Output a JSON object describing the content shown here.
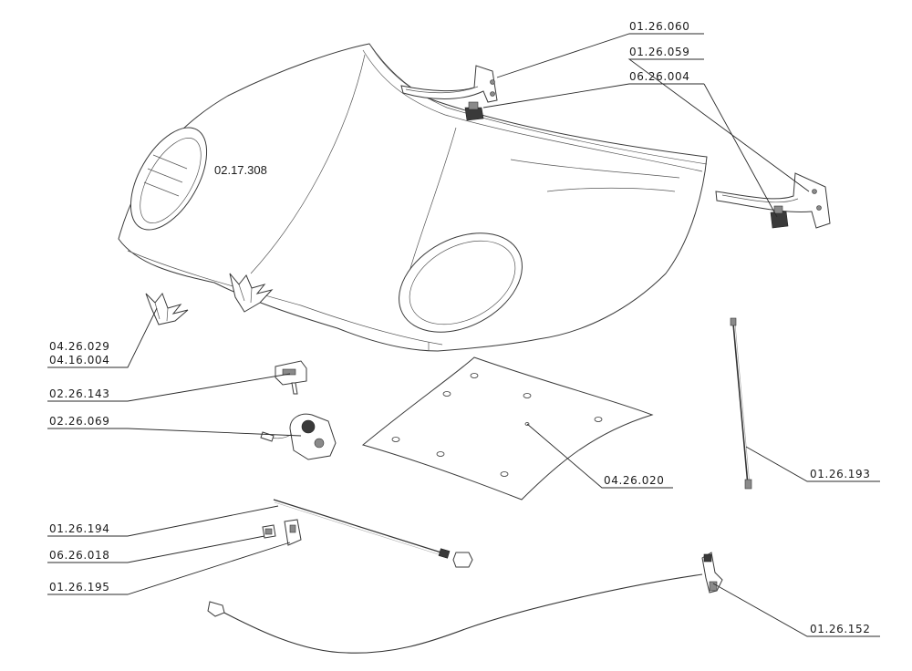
{
  "diagram": {
    "main_part_label": "02.17.308",
    "callouts": [
      {
        "id": "c1",
        "lines": [
          "01.26.060"
        ]
      },
      {
        "id": "c2",
        "lines": [
          "01.26.059"
        ]
      },
      {
        "id": "c3",
        "lines": [
          "06.26.004"
        ]
      },
      {
        "id": "c4",
        "lines": [
          "04.26.029",
          "04.16.004"
        ]
      },
      {
        "id": "c5",
        "lines": [
          "02.26.143"
        ]
      },
      {
        "id": "c6",
        "lines": [
          "02.26.069"
        ]
      },
      {
        "id": "c7",
        "lines": [
          "04.26.020"
        ]
      },
      {
        "id": "c8",
        "lines": [
          "01.26.193"
        ]
      },
      {
        "id": "c9",
        "lines": [
          "01.26.194"
        ]
      },
      {
        "id": "c10",
        "lines": [
          "06.26.018"
        ]
      },
      {
        "id": "c11",
        "lines": [
          "01.26.195"
        ]
      },
      {
        "id": "c12",
        "lines": [
          "01.26.152"
        ]
      }
    ]
  }
}
